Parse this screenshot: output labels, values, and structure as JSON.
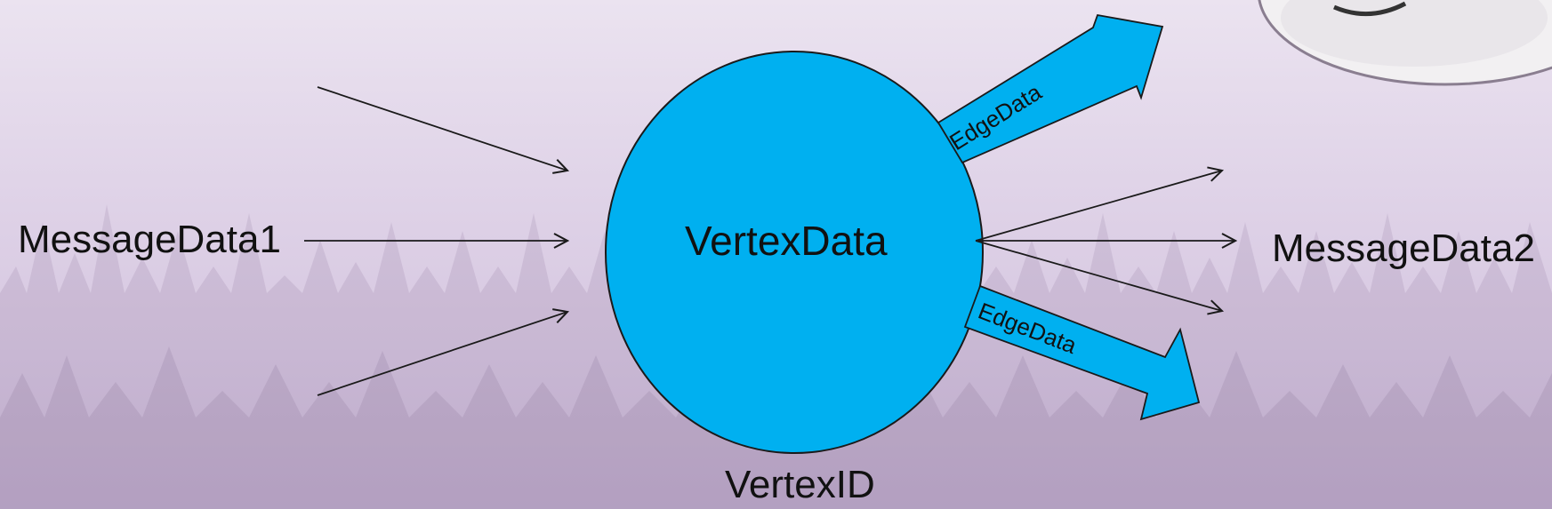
{
  "diagram": {
    "vertex": {
      "center_label": "VertexData",
      "bottom_label": "VertexID"
    },
    "input_message_label": "MessageData1",
    "output_message_label": "MessageData2",
    "edges": [
      {
        "label": "EdgeData"
      },
      {
        "label": "EdgeData"
      }
    ]
  },
  "colors": {
    "vertex_fill": "#00b0f0",
    "edge_fill": "#00b0f0",
    "stroke": "#1a1a1a",
    "background": "#e2d7ea"
  }
}
